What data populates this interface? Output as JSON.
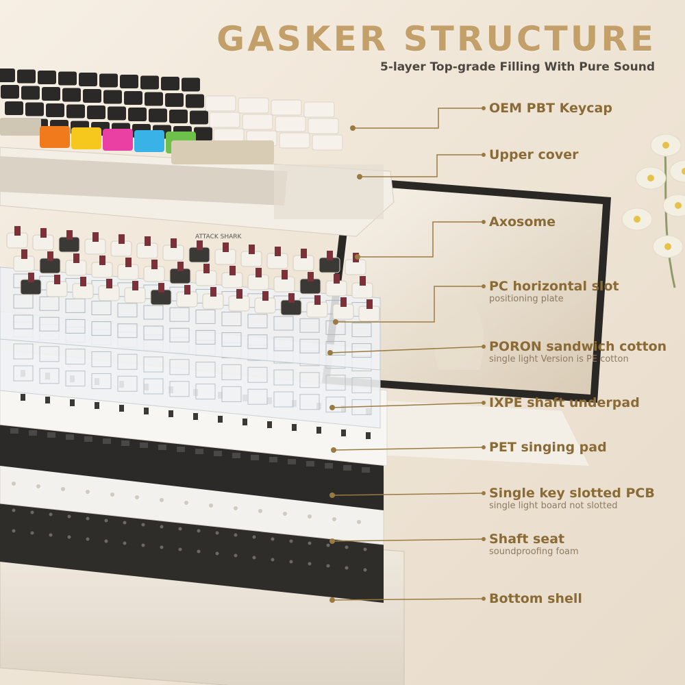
{
  "title": "GASKER STRUCTURE",
  "subtitle": "5-layer Top-grade Filling With Pure Sound",
  "brand_text": "ATTACK SHARK",
  "colors": {
    "accent": "#c3a06a",
    "label": "#8a6a35",
    "leader": "#9b7a42",
    "pcb": "#2b2a28"
  },
  "layers": [
    {
      "name": "OEM PBT Keycap",
      "note": ""
    },
    {
      "name": "Upper cover",
      "note": ""
    },
    {
      "name": "Axosome",
      "note": ""
    },
    {
      "name": "PC horizontal slot",
      "note": "positioning plate"
    },
    {
      "name": "PORON sandwich cotton",
      "note": "single light Version is PE cotton"
    },
    {
      "name": "IXPE shaft underpad",
      "note": ""
    },
    {
      "name": "PET singing pad",
      "note": ""
    },
    {
      "name": "Single key slotted PCB",
      "note": "single light board not slotted"
    },
    {
      "name": "Shaft seat",
      "note": "soundproofing foam"
    },
    {
      "name": "Bottom shell",
      "note": ""
    }
  ]
}
